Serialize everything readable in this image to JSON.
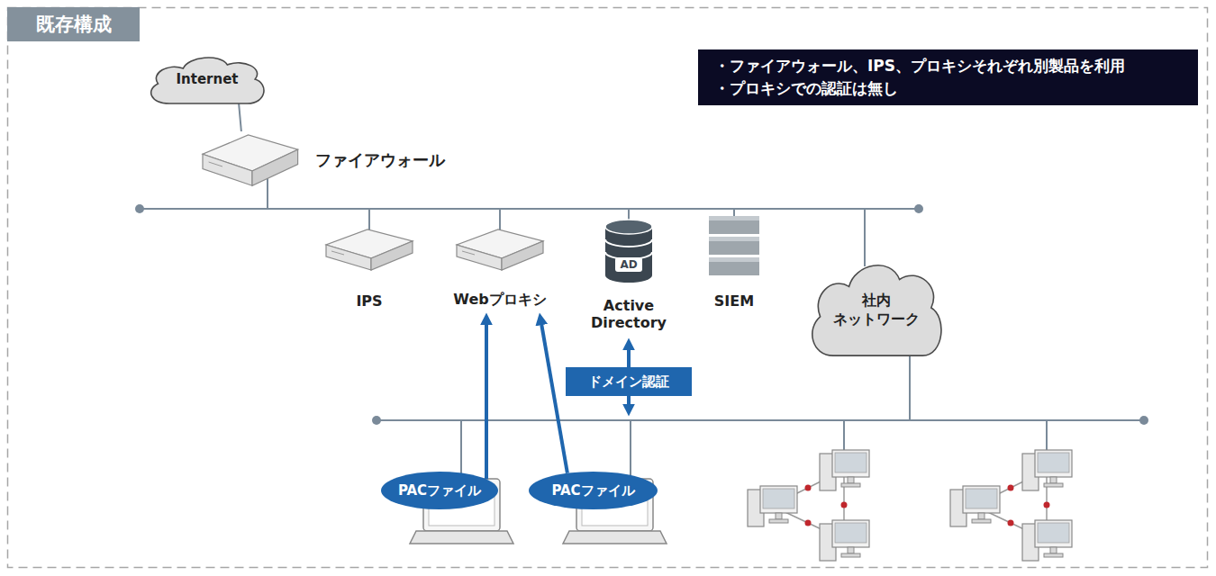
{
  "diagram": {
    "title": "既存構成",
    "nodes": [
      {
        "text": [
          "・ファイアウォール、IPS、プロキシそれぞれ別製品を利用",
          "・プロキシでの認証は無し"
        ]
      },
      {
        "text": [
          "Internet"
        ]
      },
      {
        "text": [
          "ファイアウォール"
        ]
      },
      {
        "text": [
          "IPS"
        ]
      },
      {
        "text": [
          "Webプロキシ"
        ]
      },
      {
        "text": [
          "Active Directory"
        ]
      },
      {
        "text": [
          "SIEM"
        ]
      },
      {
        "text": [
          "社内 ネットワーク"
        ]
      },
      {
        "text": [
          "ドメイン認証"
        ]
      },
      {
        "text": [
          "PACファイル"
        ]
      },
      {
        "text": [
          "PACファイル"
        ]
      }
    ],
    "edges": [
      {
        "from": 1,
        "to": 2,
        "arrow": "none"
      },
      {
        "from": 9,
        "to": 4,
        "arrow": "to"
      },
      {
        "from": 10,
        "to": 4,
        "arrow": "to"
      }
    ],
    "labels": [
      "AD"
    ]
  }
}
